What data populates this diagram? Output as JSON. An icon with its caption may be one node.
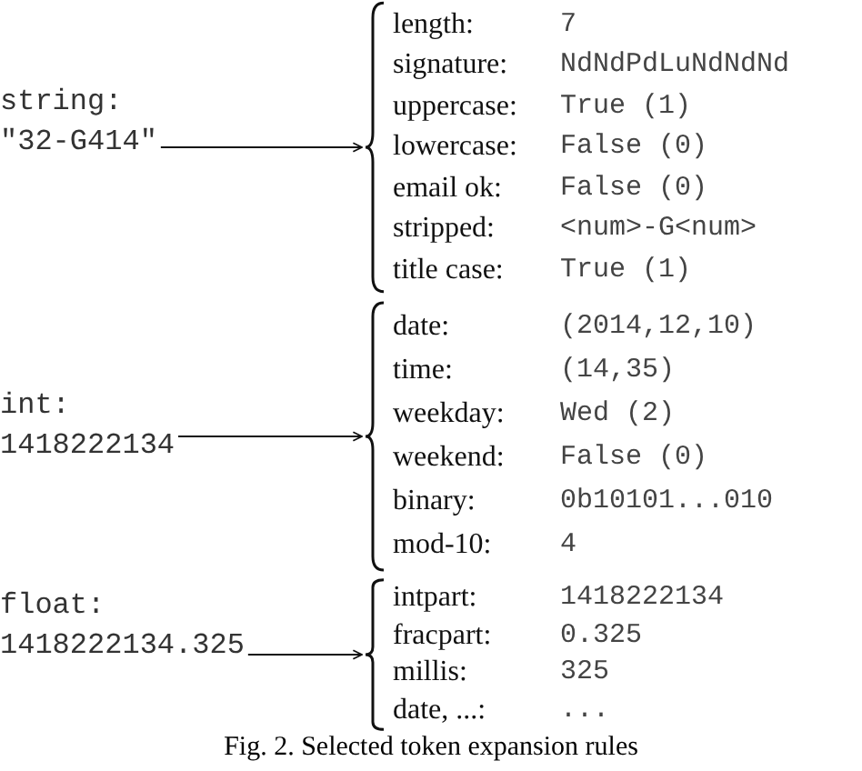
{
  "diagram": {
    "caption": "Fig. 2. Selected token expansion rules",
    "nodes": [
      {
        "text": [
          "string:",
          "\"32-G414\""
        ]
      },
      {
        "text": [
          "length:",
          "7",
          "signature:",
          "NdNdPdLuNdNdNd",
          "uppercase:",
          "True (1)",
          "lowercase:",
          "False (0)",
          "email ok:",
          "False (0)",
          "stripped:",
          "<num>-G<num>",
          "title case:",
          "True (1)"
        ]
      },
      {
        "text": [
          "int:",
          "1418222134"
        ]
      },
      {
        "text": [
          "date:",
          "(2014,12,10)",
          "time:",
          "(14,35)",
          "weekday:",
          "Wed (2)",
          "weekend:",
          "False (0)",
          "binary:",
          "0b10101...010",
          "mod-10:",
          "4"
        ]
      },
      {
        "text": [
          "float:",
          "1418222134.325"
        ]
      },
      {
        "text": [
          "intpart:",
          "1418222134",
          "fracpart:",
          "0.325",
          "millis:",
          "325",
          "date, ...:",
          "..."
        ]
      }
    ],
    "edges": [
      {
        "from": 0,
        "to": 1,
        "arrow": "to"
      },
      {
        "from": 2,
        "to": 3,
        "arrow": "to"
      },
      {
        "from": 4,
        "to": 5,
        "arrow": "to"
      }
    ]
  }
}
